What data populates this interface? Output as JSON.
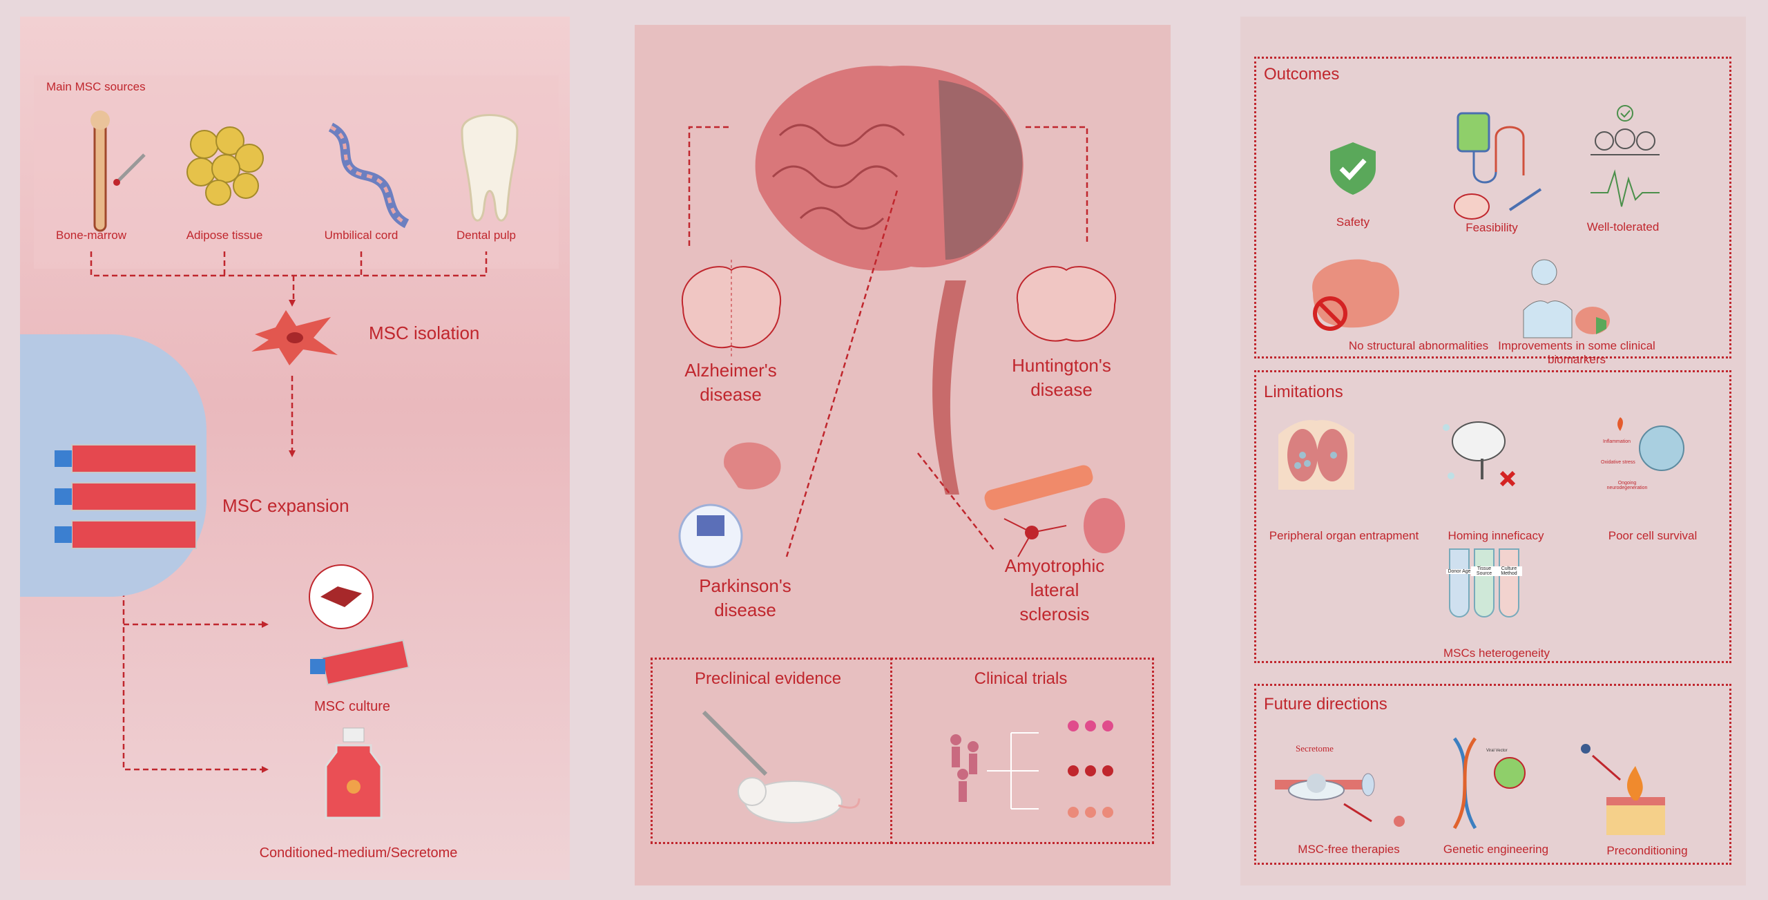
{
  "left": {
    "sources_title": "Main MSC sources",
    "sources": [
      "Bone-marrow",
      "Adipose tissue",
      "Umbilical cord",
      "Dental pulp"
    ],
    "isolation": "MSC isolation",
    "expansion": "MSC expansion",
    "culture": "MSC culture",
    "secretome": "Conditioned-medium/Secretome"
  },
  "middle": {
    "diseases": {
      "alzheimer": "Alzheimer's disease",
      "huntington": "Huntington's disease",
      "parkinson": "Parkinson's disease",
      "als": "Amyotrophic lateral sclerosis"
    },
    "preclinical": "Preclinical evidence",
    "clinical": "Clinical trials"
  },
  "right": {
    "outcomes": {
      "title": "Outcomes",
      "items": [
        "Safety",
        "Feasibility",
        "Well-tolerated",
        "No structural abnormalities",
        "Improvements in some clinical biomarkers"
      ]
    },
    "limitations": {
      "title": "Limitations",
      "items": [
        "Peripheral organ entrapment",
        "Homing inneficacy",
        "Poor cell survival",
        "MSCs heterogeneity"
      ],
      "survival_notes": [
        "Inflammation",
        "Oxidative stress",
        "Ongoing neurodegeneration"
      ],
      "tube_labels": [
        "Donor Age",
        "Tissue Source",
        "Culture Method"
      ]
    },
    "future": {
      "title": "Future directions",
      "secretome_label": "Secretome",
      "viral_vector": "Viral Vector",
      "items": [
        "MSC-free therapies",
        "Genetic engineering",
        "Preconditioning"
      ]
    }
  },
  "colors": {
    "accent": "#c0262d",
    "background": "#e8d8dc",
    "safety_green": "#5aa85a"
  }
}
